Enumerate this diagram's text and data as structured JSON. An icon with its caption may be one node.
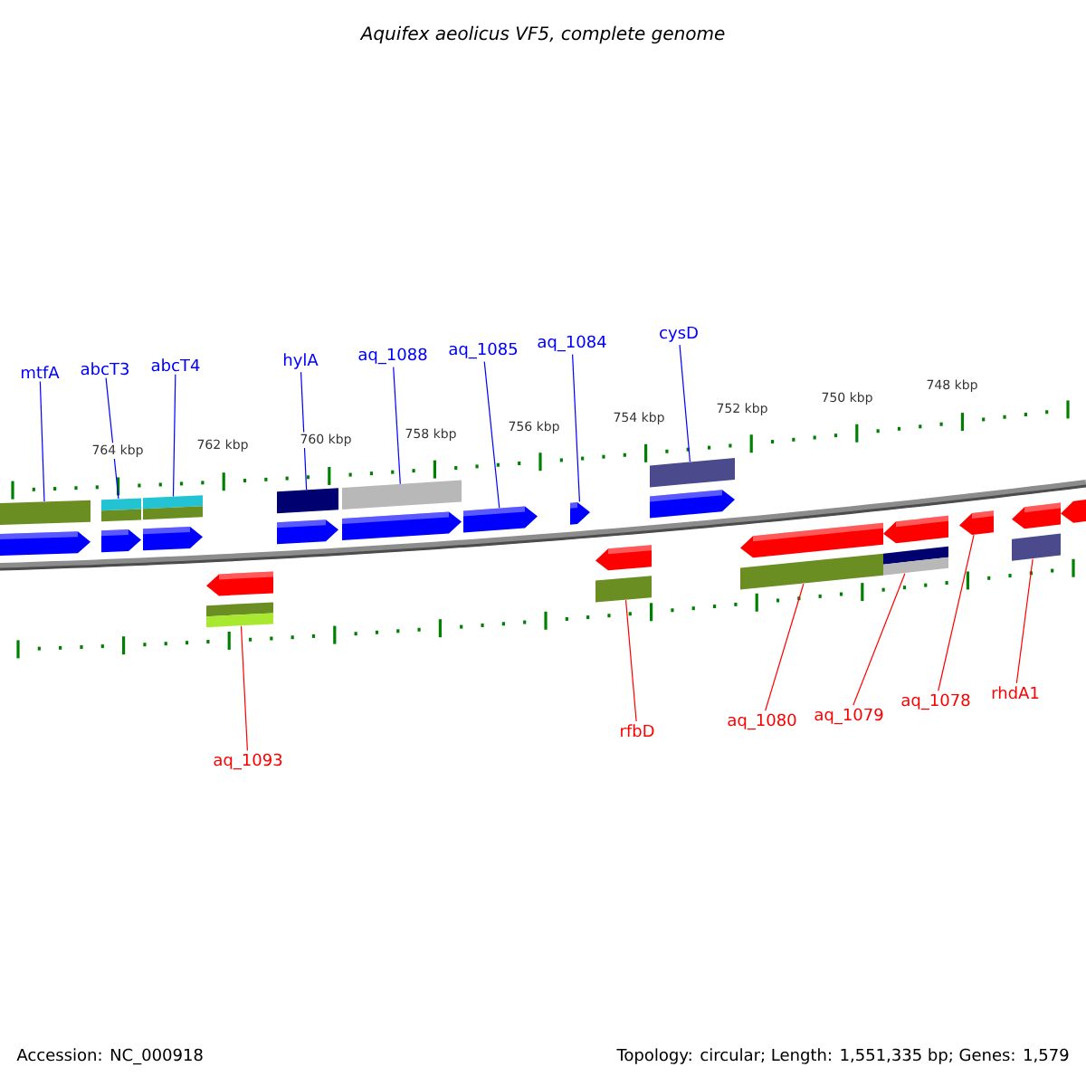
{
  "diagram": {
    "title": "Aquifex aeolicus VF5, complete genome",
    "nodes": [
      {
        "text": [
          "mtfA"
        ]
      },
      {
        "text": [
          "abcT3"
        ]
      },
      {
        "text": [
          "abcT4"
        ]
      },
      {
        "text": [
          "hylA"
        ]
      },
      {
        "text": [
          "aq_1088"
        ]
      },
      {
        "text": [
          "aq_1085"
        ]
      },
      {
        "text": [
          "aq_1084"
        ]
      },
      {
        "text": [
          "cysD"
        ]
      },
      {
        "text": [
          "aq_1093"
        ]
      },
      {
        "text": [
          "rfbD"
        ]
      },
      {
        "text": [
          "aq_1080"
        ]
      },
      {
        "text": [
          "aq_1079"
        ]
      },
      {
        "text": [
          "aq_1078"
        ]
      },
      {
        "text": [
          "rhdA1"
        ]
      },
      {
        "text": [],
        "shape": "arrow"
      },
      {
        "text": [],
        "shape": "arrow"
      },
      {
        "text": [],
        "shape": "arrow"
      },
      {
        "text": [],
        "shape": "arrow"
      },
      {
        "text": [],
        "shape": "arrow"
      },
      {
        "text": [],
        "shape": "arrow"
      },
      {
        "text": [],
        "shape": "arrow"
      },
      {
        "text": [],
        "shape": "arrow"
      },
      {
        "text": [],
        "shape": "arrow"
      },
      {
        "text": [],
        "shape": "arrow"
      },
      {
        "text": [],
        "shape": "arrow"
      },
      {
        "text": [],
        "shape": "arrow"
      },
      {
        "text": [],
        "shape": "arrow"
      },
      {
        "text": [],
        "shape": "arrow"
      }
    ],
    "edges": [
      {
        "from": 0,
        "to": 14,
        "arrow": "none"
      },
      {
        "from": 1,
        "to": 15,
        "arrow": "none"
      },
      {
        "from": 2,
        "to": 16,
        "arrow": "none"
      },
      {
        "from": 3,
        "to": 18,
        "arrow": "none"
      },
      {
        "from": 4,
        "to": 19,
        "arrow": "none"
      },
      {
        "from": 5,
        "to": 20,
        "arrow": "none"
      },
      {
        "from": 6,
        "to": 21,
        "arrow": "none"
      },
      {
        "from": 7,
        "to": 23,
        "arrow": "none"
      },
      {
        "from": 8,
        "to": 17,
        "arrow": "none",
        "color": "#ff0000"
      },
      {
        "from": 9,
        "to": 22,
        "arrow": "none",
        "color": "#ff0000"
      },
      {
        "from": 10,
        "to": 24,
        "arrow": "none",
        "color": "#ff0000"
      },
      {
        "from": 11,
        "to": 25,
        "arrow": "none",
        "color": "#ff0000"
      },
      {
        "from": 12,
        "to": 26,
        "arrow": "none",
        "color": "#ff0000"
      },
      {
        "from": 13,
        "to": 27,
        "arrow": "none",
        "color": "#ff0000"
      }
    ],
    "labels": [
      "764 kbp",
      "762 kbp",
      "760 kbp",
      "758 kbp",
      "756 kbp",
      "754 kbp",
      "752 kbp",
      "750 kbp",
      "748 kbp",
      "Accession: NC_000918",
      "Topology: circular; Length: 1,551,335 bp; Genes: 1,579"
    ]
  }
}
